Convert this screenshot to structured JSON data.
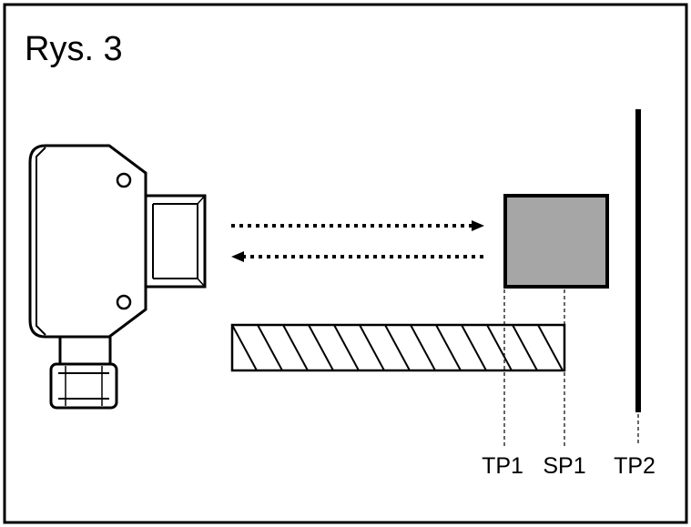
{
  "figure": {
    "title": "Rys. 3",
    "labels": {
      "tp1": "TP1",
      "sp1": "SP1",
      "tp2": "TP2"
    }
  },
  "colors": {
    "stroke": "#000000",
    "target_fill": "#a6a6a6",
    "background": "#ffffff"
  }
}
